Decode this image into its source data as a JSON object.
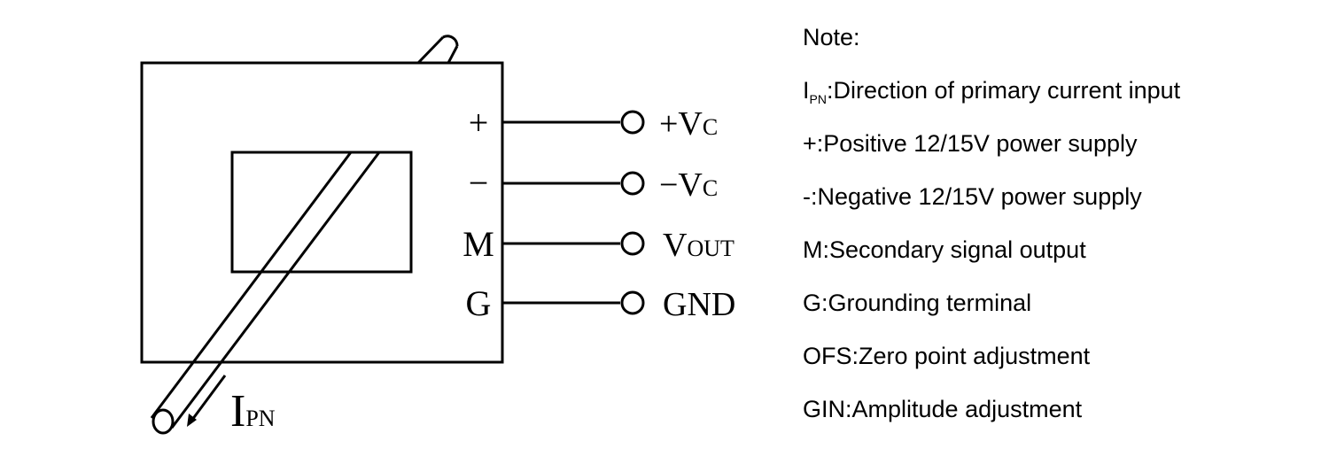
{
  "pins": [
    {
      "pin": "+",
      "terminal": "+V",
      "terminal_sub": "C"
    },
    {
      "pin": "−",
      "terminal": "−V",
      "terminal_sub": "C"
    },
    {
      "pin": "M",
      "terminal": "V",
      "terminal_sub": "OUT"
    },
    {
      "pin": "G",
      "terminal": "GND",
      "terminal_sub": ""
    }
  ],
  "current_label": {
    "main": "I",
    "sub": "PN"
  },
  "notes": {
    "title": "Note:",
    "ipn": {
      "main": "I",
      "sub": "PN",
      "text": ":Direction of primary current input"
    },
    "lines": [
      "+:Positive 12/15V power supply",
      "-:Negative 12/15V power supply",
      "M:Secondary signal output",
      "G:Grounding terminal",
      "OFS:Zero point adjustment",
      "GIN:Amplitude adjustment"
    ]
  }
}
